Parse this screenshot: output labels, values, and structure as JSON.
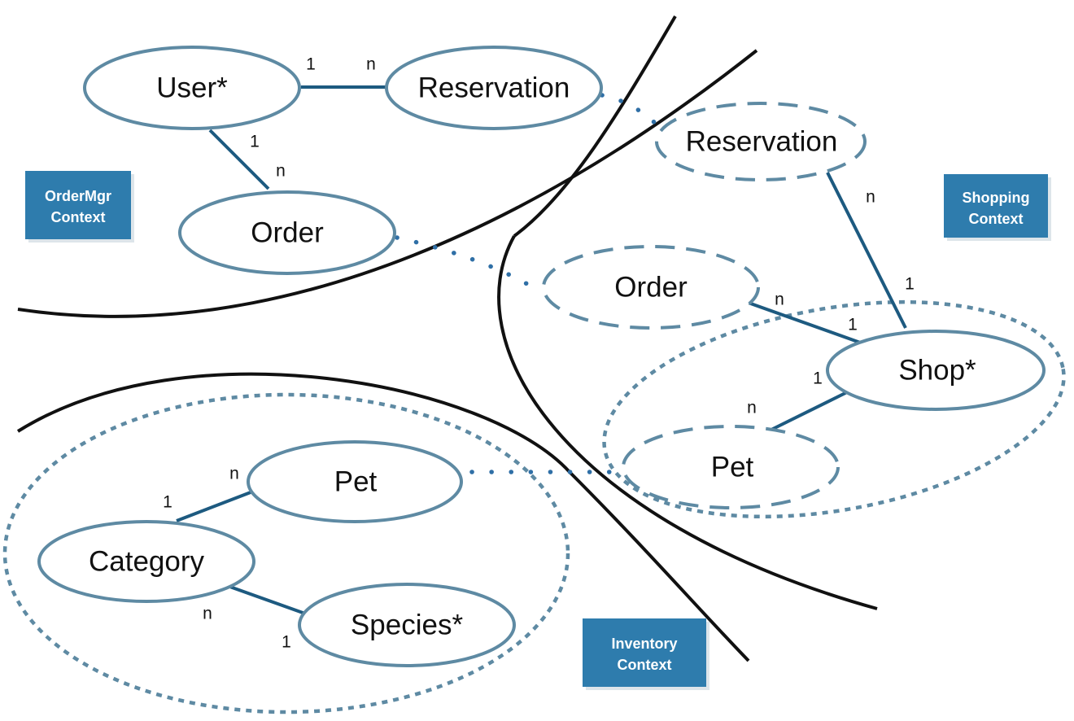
{
  "contexts": {
    "ordermgr": [
      "OrderMgr",
      "Context"
    ],
    "shopping": [
      "Shopping",
      "Context"
    ],
    "inventory": [
      "Inventory",
      "Context"
    ]
  },
  "entities": {
    "user": "User*",
    "reservation": "Reservation",
    "order": "Order",
    "reservation_ref": "Reservation",
    "order_ref": "Order",
    "shop": "Shop*",
    "pet_ref": "Pet",
    "pet": "Pet",
    "category": "Category",
    "species": "Species*"
  },
  "cardinalities": {
    "user_reservation_1": "1",
    "user_reservation_n": "n",
    "user_order_1": "1",
    "user_order_n": "n",
    "reservation_shop_n": "n",
    "reservation_shop_1": "1",
    "order_shop_n": "n",
    "order_shop_1": "1",
    "shop_pet_1": "1",
    "shop_pet_n": "n",
    "category_pet_1": "1",
    "category_pet_n": "n",
    "category_species_n": "n",
    "category_species_1": "1"
  }
}
